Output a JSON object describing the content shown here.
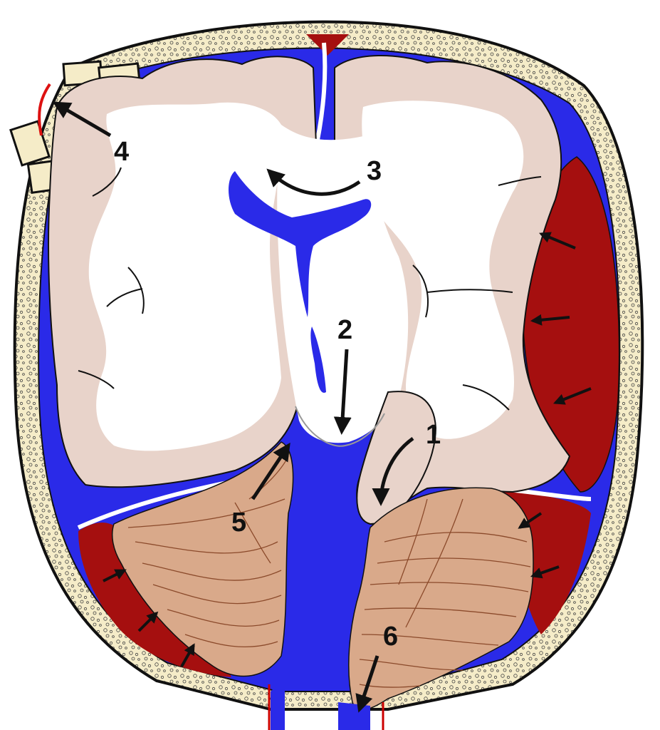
{
  "diagram": {
    "colors": {
      "skull_bone": "#f5ecc8",
      "skull_outline": "#111111",
      "csf": "#2a2ae8",
      "hematoma": "#a50f0f",
      "gray_matter": "#e8d3ca",
      "white_matter": "#ffffff",
      "cerebellum": "#d9a98a",
      "cerebellum_lines": "#8b4a2b",
      "arrow": "#111111"
    },
    "labels": [
      {
        "id": "1",
        "text": "1"
      },
      {
        "id": "2",
        "text": "2"
      },
      {
        "id": "3",
        "text": "3"
      },
      {
        "id": "4",
        "text": "4"
      },
      {
        "id": "5",
        "text": "5"
      },
      {
        "id": "6",
        "text": "6"
      }
    ]
  }
}
